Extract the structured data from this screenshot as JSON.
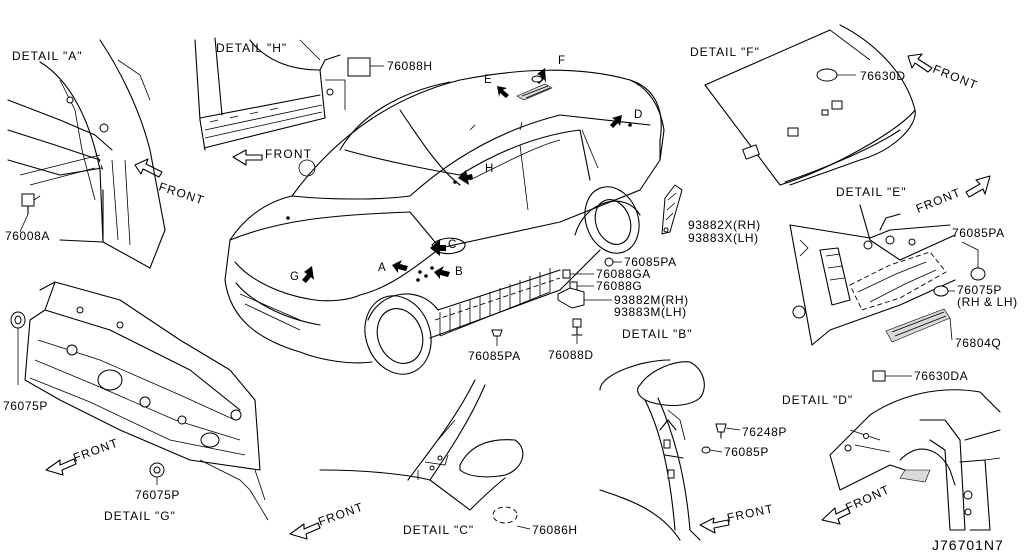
{
  "details": {
    "a": "DETAIL \"A\"",
    "h": "DETAIL \"H\"",
    "f": "DETAIL \"F\"",
    "e": "DETAIL \"E\"",
    "b": "DETAIL \"B\"",
    "c": "DETAIL \"C\"",
    "d": "DETAIL \"D\"",
    "g": "DETAIL \"G\""
  },
  "front_label": "FRONT",
  "parts": {
    "p76088H": "76088H",
    "p76630D": "76630D",
    "p76008A": "76008A",
    "p93882X": "93882X(RH)",
    "p93883X": "93883X(LH)",
    "p76085PA_1": "76085PA",
    "p76088GA": "76088GA",
    "p76088G": "76088G",
    "p93882M": "93882M(RH)",
    "p93883M": "93883M(LH)",
    "p76085PA_2": "76085PA",
    "p76088D": "76088D",
    "p76085PA_3": "76085PA",
    "p76075P_e": "76075P",
    "p76075P_e2": "(RH & LH)",
    "p76804Q": "76804Q",
    "p76630DA": "76630DA",
    "p76075P_g1": "76075P",
    "p76075P_g2": "76075P",
    "p76248P": "76248P",
    "p76085P": "76085P",
    "p76086H": "76086H"
  },
  "callouts": {
    "a": "A",
    "b": "B",
    "c": "C",
    "d": "D",
    "e": "E",
    "f": "F",
    "g": "G",
    "h": "H"
  },
  "drawing_number": "J76701N7"
}
